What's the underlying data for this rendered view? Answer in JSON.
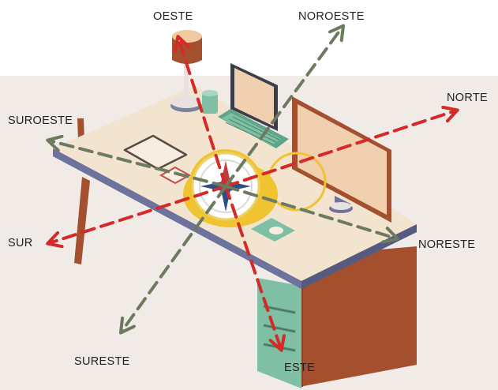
{
  "labels": {
    "oeste": "OESTE",
    "noroeste": "NOROESTE",
    "norte": "NORTE",
    "suroeste": "SUROESTE",
    "sur": "SUR",
    "noreste": "NORESTE",
    "sureste": "SURESTE",
    "este": "ESTE"
  },
  "colors": {
    "background_band": "#f1ebe8",
    "desk_top": "#f3e4cf",
    "desk_edge": "#6d739c",
    "wood": "#a4502f",
    "drawer": "#7fbfa4",
    "compass_ring": "#f0c331",
    "red_arrow": "#d42a2a",
    "green_arrow": "#6d7a5f",
    "screen": "#f1d0b0",
    "laptop": "#7dc0a4"
  },
  "icons": [
    "compass-icon",
    "lamp-icon",
    "laptop-icon",
    "monitor-icon",
    "tablet-icon",
    "phone-icon",
    "mug-icon",
    "mouse-icon"
  ]
}
